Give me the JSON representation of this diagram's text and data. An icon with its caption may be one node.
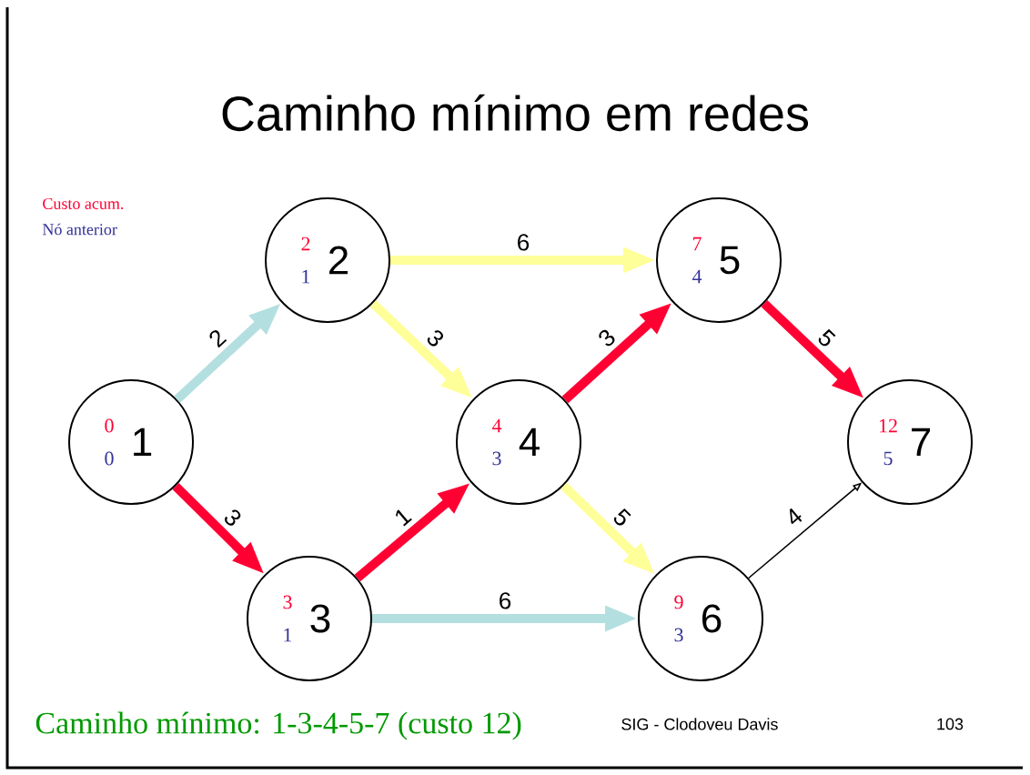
{
  "diagram": {
    "title": "Caminho mínimo em redes",
    "nodes": [
      {
        "text": [
          "1",
          "0",
          "0"
        ]
      },
      {
        "text": [
          "2",
          "2",
          "1"
        ]
      },
      {
        "text": [
          "3",
          "3",
          "1"
        ]
      },
      {
        "text": [
          "4",
          "4",
          "3"
        ]
      },
      {
        "text": [
          "5",
          "7",
          "4"
        ]
      },
      {
        "text": [
          "6",
          "9",
          "3"
        ]
      },
      {
        "text": [
          "7",
          "12",
          "5"
        ]
      }
    ],
    "edges": [
      {
        "from": 0,
        "to": 1,
        "arrow": "to",
        "label": "2",
        "color": "#b4dfe0"
      },
      {
        "from": 0,
        "to": 2,
        "arrow": "to",
        "label": "3",
        "color": "#ff0033"
      },
      {
        "from": 1,
        "to": 3,
        "arrow": "to",
        "label": "3",
        "color": "#ffff99"
      },
      {
        "from": 1,
        "to": 4,
        "arrow": "to",
        "label": "6",
        "color": "#ffff99"
      },
      {
        "from": 2,
        "to": 3,
        "arrow": "to",
        "label": "1",
        "color": "#ff0033"
      },
      {
        "from": 2,
        "to": 5,
        "arrow": "to",
        "label": "6",
        "color": "#b4dfe0"
      },
      {
        "from": 3,
        "to": 4,
        "arrow": "to",
        "label": "3",
        "color": "#ff0033"
      },
      {
        "from": 3,
        "to": 5,
        "arrow": "to",
        "label": "5",
        "color": "#ffff99"
      },
      {
        "from": 4,
        "to": 6,
        "arrow": "to",
        "label": "5",
        "color": "#ff0033"
      },
      {
        "from": 5,
        "to": 6,
        "arrow": "to",
        "label": "4",
        "color": "#000000"
      }
    ],
    "labels": [
      "Custo acum.",
      "Nó anterior",
      "Caminho mínimo: 1-3-4-5-7 (custo 12)",
      "SIG - Clodoveu Davis",
      "103"
    ]
  }
}
